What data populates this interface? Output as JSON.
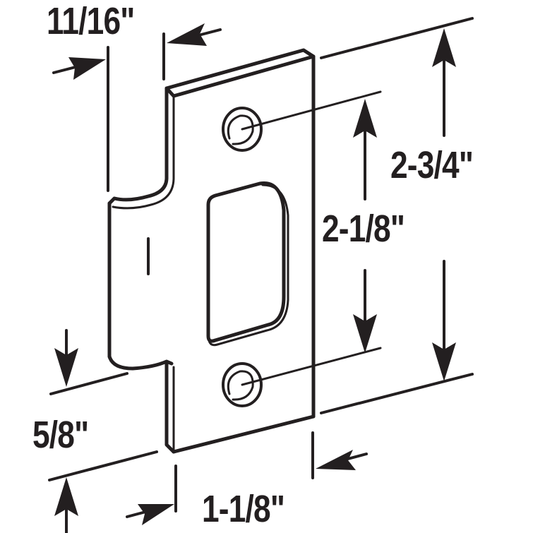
{
  "diagram": {
    "subject": "door strike plate",
    "line_color": "#231f20",
    "background_color": "#ffffff",
    "dimensions": {
      "lip_width": {
        "label": "11/16\"",
        "orientation": "horizontal",
        "position": "top-left"
      },
      "overall_height": {
        "label": "2-3/4\"",
        "orientation": "vertical",
        "position": "right-outer"
      },
      "screw_hole_spacing": {
        "label": "2-1/8\"",
        "orientation": "vertical",
        "position": "right-inner"
      },
      "lip_height": {
        "label": "5/8\"",
        "orientation": "vertical",
        "position": "bottom-left"
      },
      "plate_width": {
        "label": "1-1/8\"",
        "orientation": "horizontal",
        "position": "bottom"
      }
    },
    "parts": [
      {
        "name": "plate-body"
      },
      {
        "name": "curved-lip"
      },
      {
        "name": "latch-opening"
      },
      {
        "name": "top-screw-hole"
      },
      {
        "name": "bottom-screw-hole"
      }
    ]
  }
}
